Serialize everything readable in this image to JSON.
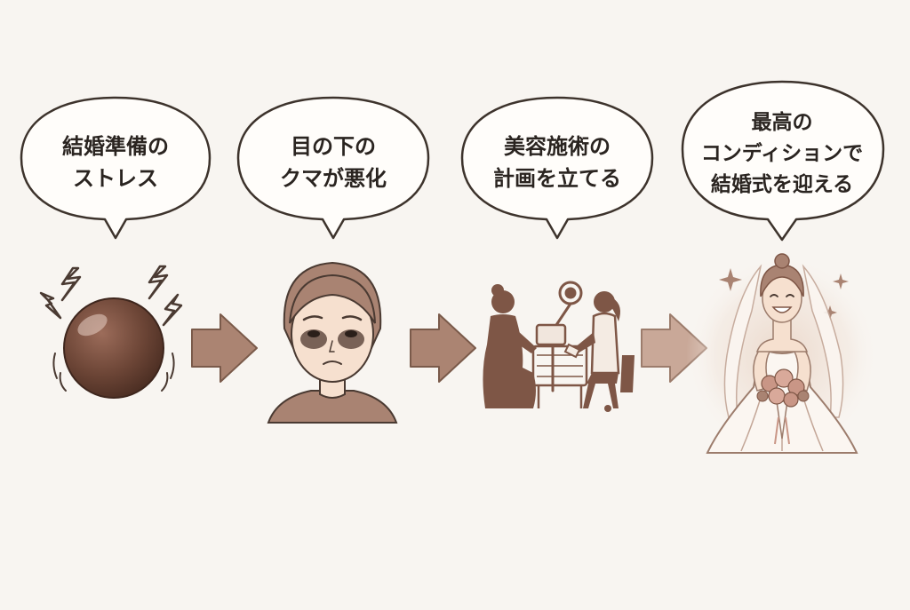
{
  "colors": {
    "background": "#f8f5f1",
    "ink": "#4a3a32",
    "bubble_fill": "#fffdfa",
    "bubble_stroke": "#3d332c",
    "arrow_fill": "#ab8472",
    "arrow_stroke": "#7a5a4a",
    "silhouette": "#7e5646",
    "dark_circles": "#5a4238",
    "skin": "#f6e0cf",
    "hair": "#a98372",
    "dress": "#fbf6f1",
    "bouquet": "#c99686",
    "glow": "#ead6c8"
  },
  "steps": [
    {
      "lines": [
        "結婚準備の",
        "ストレス"
      ],
      "icon": "stress-ball-icon"
    },
    {
      "lines": [
        "目の下の",
        "クマが悪化"
      ],
      "icon": "tired-face-icon"
    },
    {
      "lines": [
        "美容施術の",
        "計画を立てる"
      ],
      "icon": "beauty-treatment-icon"
    },
    {
      "lines": [
        "最高の",
        "コンディションで",
        "結婚式を迎える"
      ],
      "icon": "happy-bride-icon"
    }
  ],
  "arrows": [
    {
      "from": 1,
      "to": 2
    },
    {
      "from": 2,
      "to": 3
    },
    {
      "from": 3,
      "to": 4
    }
  ]
}
